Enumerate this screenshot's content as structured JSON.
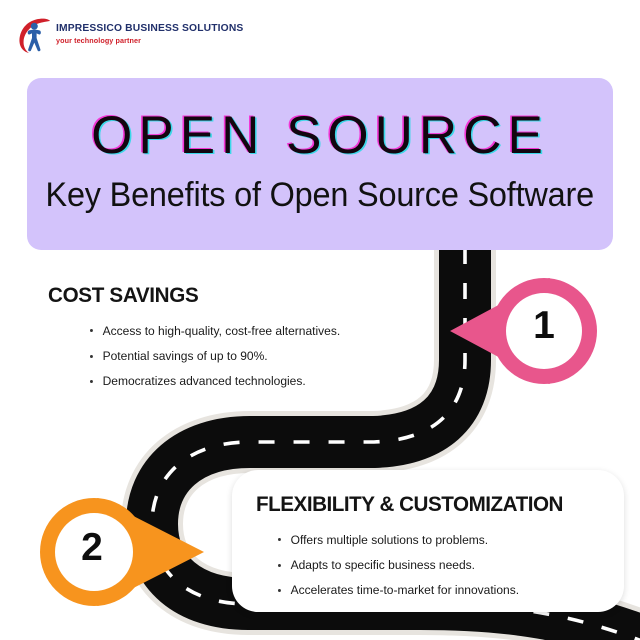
{
  "brand": {
    "logo_icon": "impressico-person-swoosh-logo",
    "name": "IMPRESSICO BUSINESS SOLUTIONS",
    "tagline": "your technology partner",
    "name_color": "#21306b",
    "tagline_color": "#d0202a"
  },
  "banner": {
    "title": "OPEN SOURCE",
    "subtitle": "Key Benefits of Open Source Software",
    "background_color": "#d3c3fb",
    "title_color": "#12060f"
  },
  "sections": [
    {
      "marker": "1",
      "marker_color": "#e8568c",
      "heading": "COST SAVINGS",
      "bullets": [
        "Access to high-quality, cost-free alternatives.",
        "Potential savings of up to 90%.",
        "Democratizes advanced technologies."
      ]
    },
    {
      "marker": "2",
      "marker_color": "#f7941e",
      "heading": "FLEXIBILITY & CUSTOMIZATION",
      "bullets": [
        "Offers multiple solutions to problems.",
        "Adapts to specific business needs.",
        "Accelerates time-to-market for innovations."
      ]
    }
  ],
  "road": {
    "icon": "winding-road-path",
    "surface_color": "#0c0c0c",
    "lane_marking_color": "#ffffff",
    "shadow_color": "#e6e3de"
  }
}
